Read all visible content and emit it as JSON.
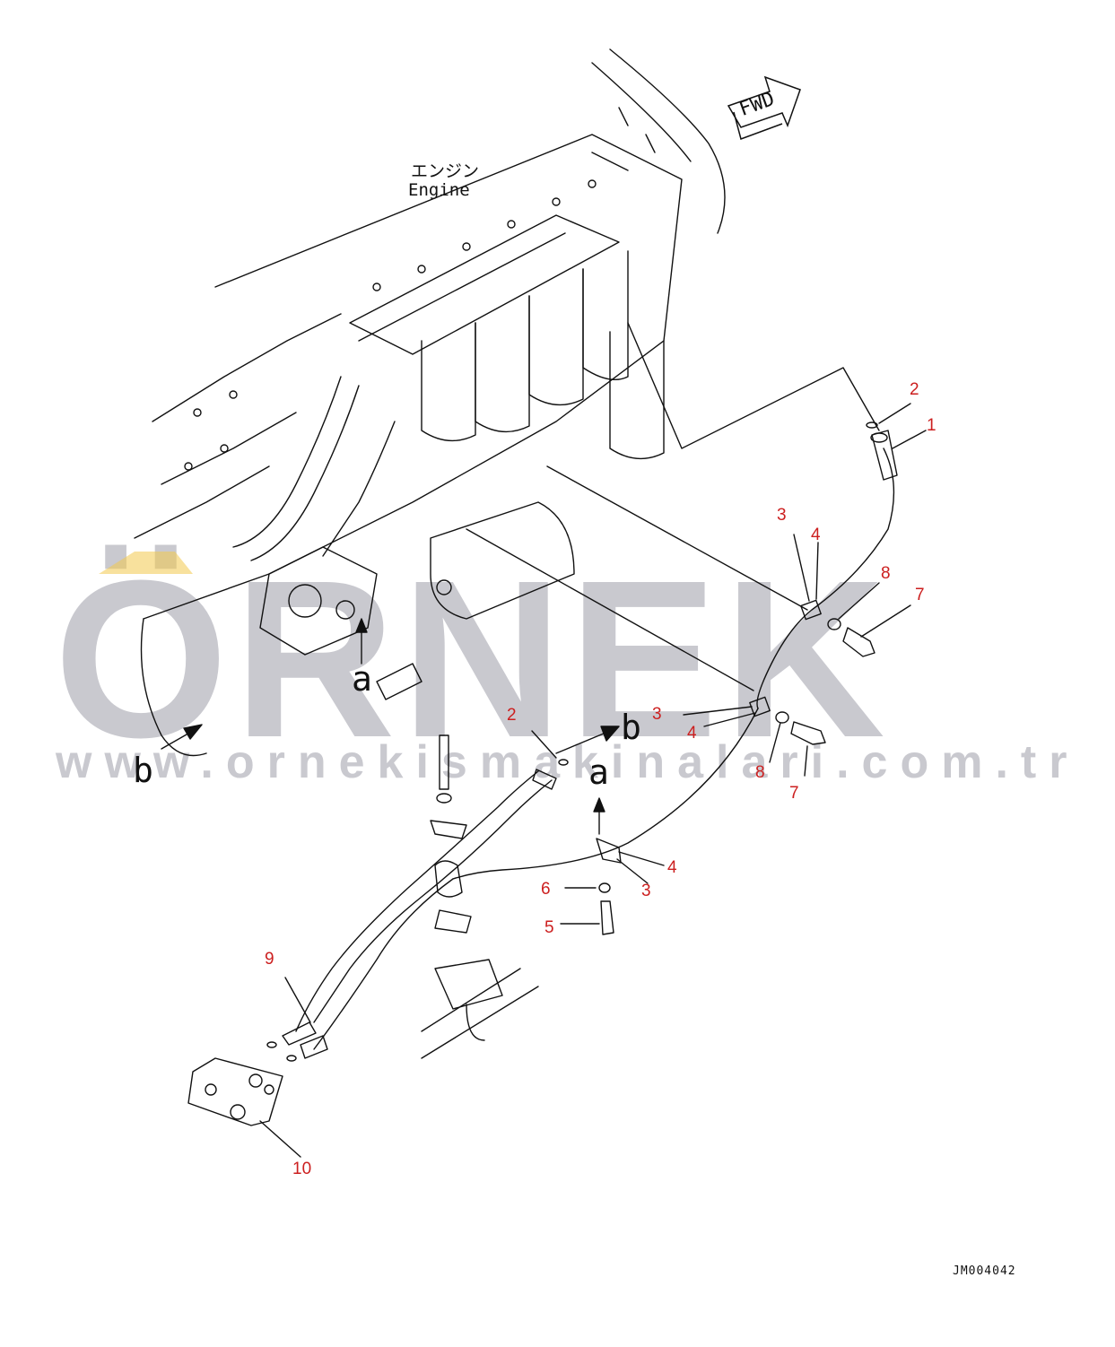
{
  "watermark": {
    "brand": "ÖRNEK",
    "url": "www.ornekismakinalari.com.tr"
  },
  "engine_label": {
    "jp": "エンジン",
    "en": "Engine"
  },
  "direction": {
    "label": "FWD"
  },
  "drawing_code": "JM004042",
  "refs": {
    "a": "a",
    "b": "b"
  },
  "callouts": [
    {
      "id": "c1",
      "text": "1"
    },
    {
      "id": "c2a",
      "text": "2"
    },
    {
      "id": "c3a",
      "text": "3"
    },
    {
      "id": "c4a",
      "text": "4"
    },
    {
      "id": "c8a",
      "text": "8"
    },
    {
      "id": "c7a",
      "text": "7"
    },
    {
      "id": "c3b",
      "text": "3"
    },
    {
      "id": "c4b",
      "text": "4"
    },
    {
      "id": "c8b",
      "text": "8"
    },
    {
      "id": "c7b",
      "text": "7"
    },
    {
      "id": "c2b",
      "text": "2"
    },
    {
      "id": "c4c",
      "text": "4"
    },
    {
      "id": "c3c",
      "text": "3"
    },
    {
      "id": "c6",
      "text": "6"
    },
    {
      "id": "c5",
      "text": "5"
    },
    {
      "id": "c9",
      "text": "9"
    },
    {
      "id": "c10",
      "text": "10"
    }
  ],
  "colors": {
    "callout": "#cc1f1f",
    "line": "#111111",
    "watermark": "#c9c9cf",
    "watermark_accent": "#f2c94c"
  }
}
